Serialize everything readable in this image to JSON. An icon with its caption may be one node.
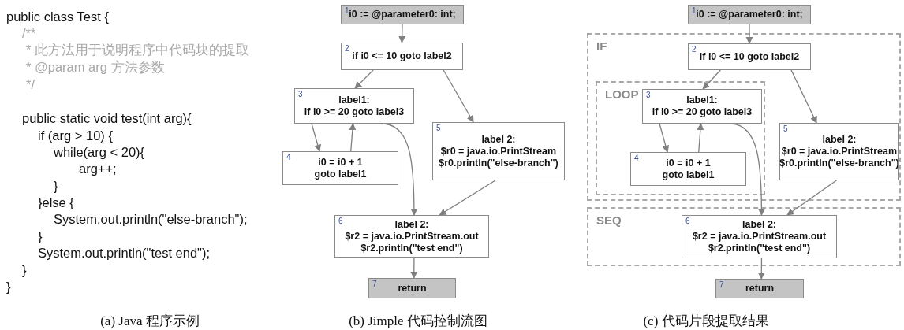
{
  "diagram": {
    "nodes": [
      {
        "text": [
          "1",
          "i0 := @parameter0: int;"
        ]
      },
      {
        "text": [
          "2",
          "if i0 <= 10 goto label2"
        ]
      },
      {
        "text": [
          "3",
          "label1:",
          "if i0 >= 20 goto label3"
        ]
      },
      {
        "text": [
          "4",
          "i0 = i0 + 1",
          "goto label1"
        ]
      },
      {
        "text": [
          "5",
          "label 2:",
          "$r0 = java.io.PrintStream",
          "$r0.println(\"else-branch\")"
        ]
      },
      {
        "text": [
          "6",
          "label 2:",
          "$r2 = java.io.PrintStream.out",
          "$r2.println(\"test end\")"
        ]
      },
      {
        "text": [
          "7",
          "return"
        ]
      },
      {
        "text": [
          "1",
          "i0 := @parameter0: int;"
        ]
      },
      {
        "text": [
          "IF"
        ]
      },
      {
        "text": [
          "2",
          "if i0 <= 10 goto label2"
        ],
        "in": 8
      },
      {
        "text": [
          "LOOP"
        ],
        "in": 8
      },
      {
        "text": [
          "3",
          "label1:",
          "if i0 >= 20 goto label3"
        ],
        "in": 10
      },
      {
        "text": [
          "4",
          "i0 = i0 + 1",
          "goto label1"
        ],
        "in": 10
      },
      {
        "text": [
          "5",
          "label 2:",
          "$r0 = java.io.PrintStream",
          "$r0.println(\"else-branch\")"
        ],
        "in": 8
      },
      {
        "text": [
          "SEQ"
        ]
      },
      {
        "text": [
          "6",
          "label 2:",
          "$r2 = java.io.PrintStream.out",
          "$r2.println(\"test end\")"
        ],
        "in": 14
      },
      {
        "text": [
          "7",
          "return"
        ]
      }
    ],
    "edges": [
      {
        "from": 0,
        "to": 1,
        "arrow": "to"
      },
      {
        "from": 1,
        "to": 2,
        "arrow": "to"
      },
      {
        "from": 1,
        "to": 4,
        "arrow": "to"
      },
      {
        "from": 2,
        "to": 3,
        "arrow": "to"
      },
      {
        "from": 3,
        "to": 2,
        "arrow": "to"
      },
      {
        "from": 2,
        "to": 5,
        "arrow": "to"
      },
      {
        "from": 4,
        "to": 5,
        "arrow": "to"
      },
      {
        "from": 5,
        "to": 6,
        "arrow": "to"
      },
      {
        "from": 7,
        "to": 9,
        "arrow": "to"
      },
      {
        "from": 9,
        "to": 11,
        "arrow": "to"
      },
      {
        "from": 9,
        "to": 13,
        "arrow": "to"
      },
      {
        "from": 11,
        "to": 12,
        "arrow": "to"
      },
      {
        "from": 12,
        "to": 11,
        "arrow": "to"
      },
      {
        "from": 11,
        "to": 15,
        "arrow": "to"
      },
      {
        "from": 13,
        "to": 15,
        "arrow": "to"
      },
      {
        "from": 15,
        "to": 16,
        "arrow": "to"
      }
    ],
    "labels": [
      "public class Test {",
      "/**",
      "* 此方法用于说明程序中代码块的提取",
      "* @param arg 方法参数",
      "*/",
      "public static void test(int arg){",
      "if (arg > 10) {",
      "while(arg < 20){",
      "arg++;",
      "}",
      "}else {",
      "System.out.println(\"else-branch\");",
      "}",
      "System.out.println(\"test end\");",
      "}",
      "}",
      "(a) Java 程序示例",
      "(b) Jimple 代码控制流图",
      "(c) 代码片段提取结果"
    ]
  }
}
